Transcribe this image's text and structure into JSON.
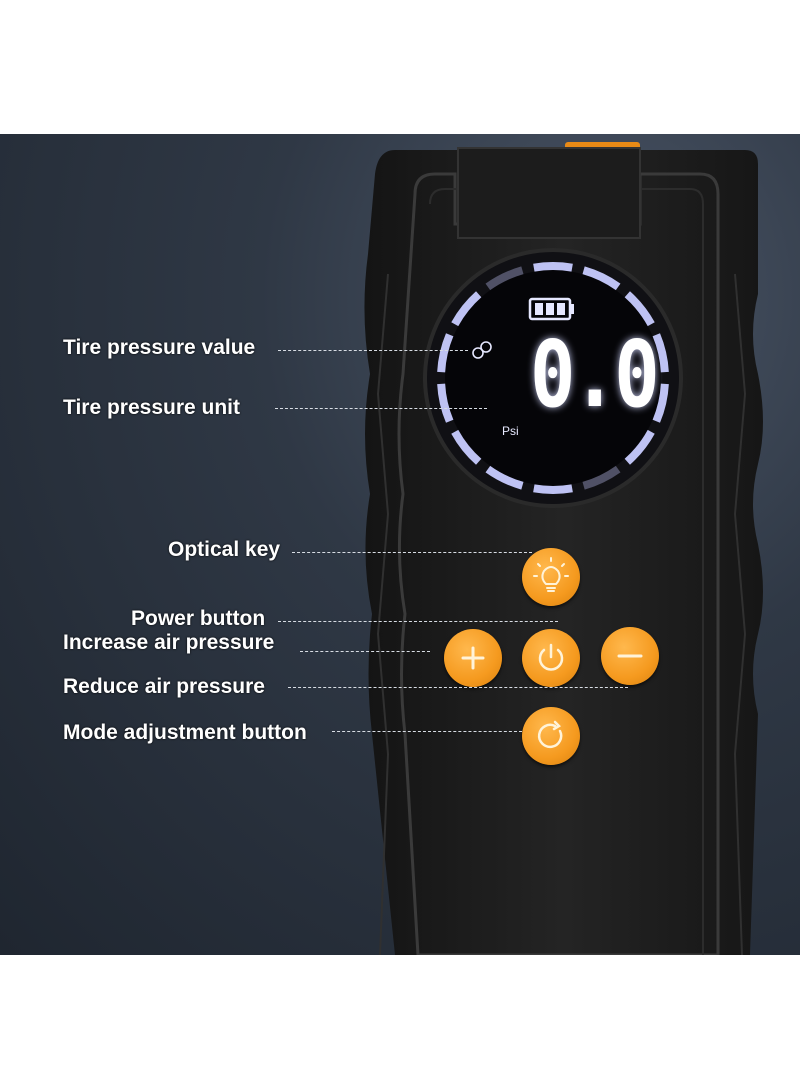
{
  "display": {
    "pressure_value": "0.0",
    "unit": "Psi",
    "battery_level": 3
  },
  "labels": {
    "tire_pressure_value": "Tire pressure value",
    "tire_pressure_unit": "Tire pressure unit",
    "optical_key": "Optical key",
    "power_button": "Power button",
    "increase_air_pressure": "Increase air pressure",
    "reduce_air_pressure": "Reduce air pressure",
    "mode_adjustment_button": "Mode adjustment button"
  },
  "icons": [
    "battery-icon",
    "wheel-icon",
    "lightbulb-icon",
    "plus-icon",
    "power-icon",
    "minus-icon",
    "mode-icon"
  ],
  "colors": {
    "button_orange": "#f59a1f",
    "device_body": "#1a1a1a",
    "display_glow": "#c8ccff",
    "background": "#2f3845"
  }
}
